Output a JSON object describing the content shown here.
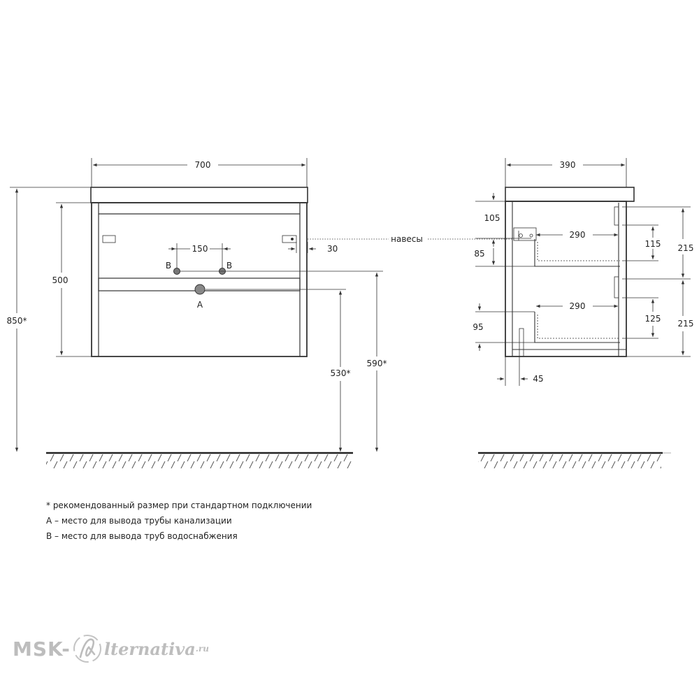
{
  "front": {
    "width": "700",
    "height": "500",
    "total": "850*",
    "pipe_spacing": "150",
    "hinge_offset": "30",
    "pipe_label_b_left": "B",
    "pipe_label_b_right": "B",
    "pipe_label_a": "A",
    "height_a": "530*",
    "height_b": "590*"
  },
  "hinge_label": "навесы",
  "side": {
    "depth": "390",
    "top_offset": "105",
    "drawer_depth_top": "290",
    "drawer_depth_bottom": "290",
    "gap_85": "85",
    "drawer_upper": "115",
    "drawer_lower": "125",
    "height_95": "95",
    "front_215_top": "215",
    "front_215_bottom": "215",
    "offset_45": "45"
  },
  "notes": [
    "* рекомендованный размер при стандартном подключении",
    "А – место для вывода трубы канализации",
    "В – место для вывода труб водоснабжения"
  ],
  "watermark": {
    "left": "MSK-",
    "right": "lternativa",
    "suffix": ".ru"
  }
}
